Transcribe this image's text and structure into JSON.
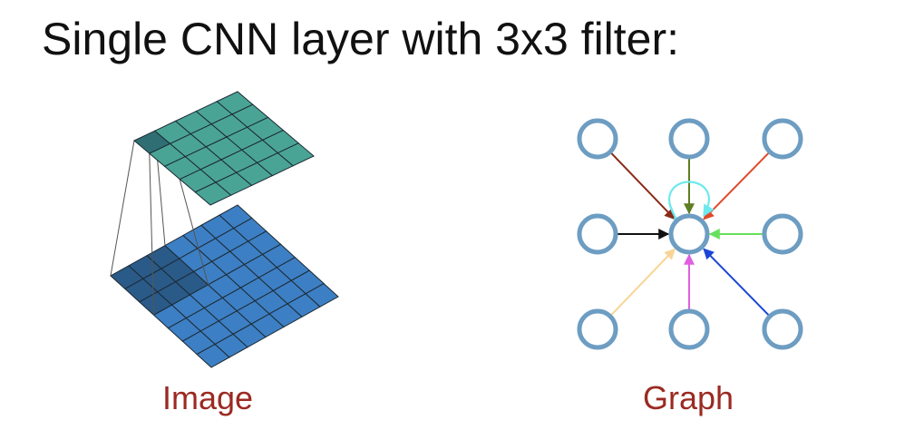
{
  "title": "Single CNN layer with 3x3 filter:",
  "captions": {
    "image": "Image",
    "graph": "Graph"
  },
  "image_panel": {
    "input_grid": {
      "rows": 7,
      "cols": 7,
      "color": "#3d7fc4",
      "highlight_color": "#2a5a88"
    },
    "output_grid": {
      "rows": 5,
      "cols": 5,
      "color": "#4aa496",
      "highlight_color": "#2f6f73"
    }
  },
  "graph_panel": {
    "node_stroke": "#6d9dc2",
    "center_node": "n11",
    "edges": [
      {
        "from": "n00",
        "color": "#8b2a17"
      },
      {
        "from": "n01",
        "color": "#5f7d22"
      },
      {
        "from": "n02",
        "color": "#e0492a"
      },
      {
        "from": "n10",
        "color": "#111111"
      },
      {
        "from": "n12",
        "color": "#66e05c"
      },
      {
        "from": "n20",
        "color": "#f8d596"
      },
      {
        "from": "n21",
        "color": "#e05ee0"
      },
      {
        "from": "n22",
        "color": "#1b45d4"
      },
      {
        "from": "n11",
        "color": "#6ee9ee",
        "self_loop": true
      }
    ]
  }
}
